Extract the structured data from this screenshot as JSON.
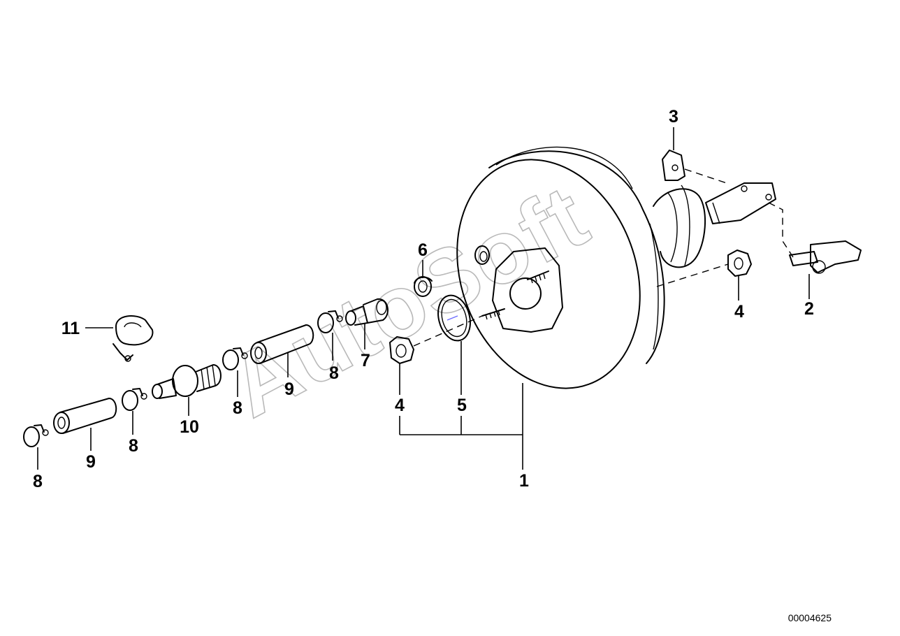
{
  "diagram_id": "00004625",
  "watermark": "AutoSoft",
  "callouts": {
    "c1": "1",
    "c2": "2",
    "c3": "3",
    "c4a": "4",
    "c4b": "4",
    "c5": "5",
    "c6": "6",
    "c7": "7",
    "c8a": "8",
    "c8b": "8",
    "c8c": "8",
    "c8d": "8",
    "c9a": "9",
    "c9b": "9",
    "c10": "10",
    "c11": "11"
  }
}
